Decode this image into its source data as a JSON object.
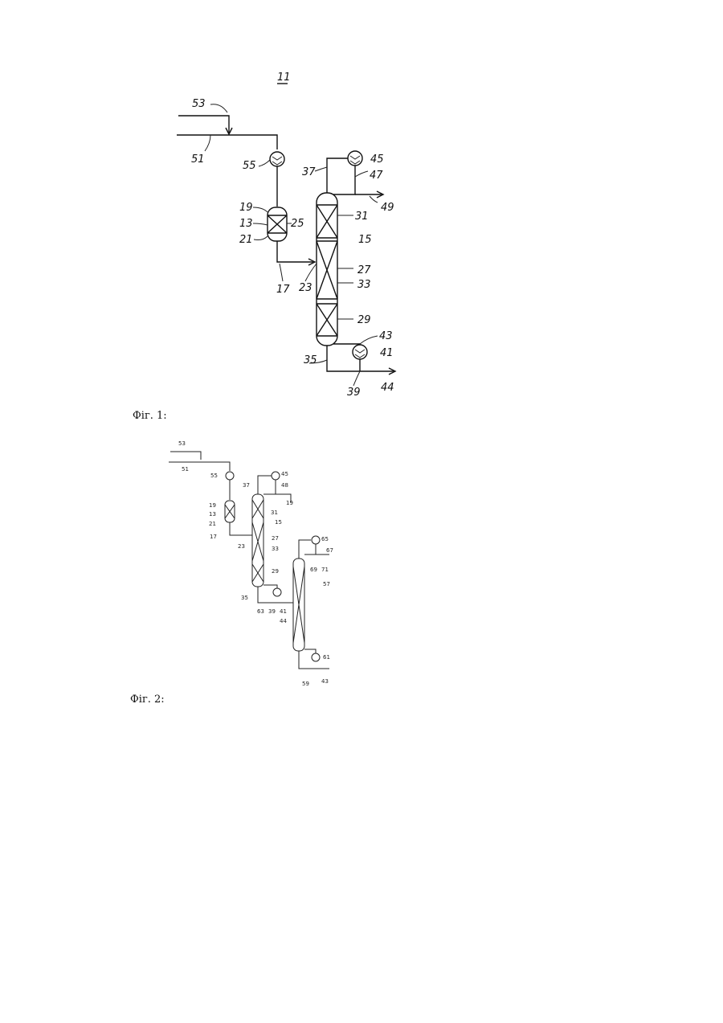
{
  "figure1": {
    "title": "11",
    "caption": "Фіг. 1:",
    "labels": {
      "l53": "53",
      "l51": "51",
      "l55": "55",
      "l19": "19",
      "l13": "13",
      "l25": "25",
      "l21": "21",
      "l17": "17",
      "l23": "23",
      "l37": "37",
      "l45": "45",
      "l47": "47",
      "l49": "49",
      "l31": "31",
      "l15": "15",
      "l27": "27",
      "l33": "33",
      "l29": "29",
      "l43": "43",
      "l41": "41",
      "l35": "35",
      "l39": "39",
      "l44": "44"
    }
  },
  "figure2": {
    "caption": "Фіг. 2:",
    "labels": {
      "l53": "53",
      "l51": "51",
      "l55": "55",
      "l37": "37",
      "l45": "45",
      "l48": "48",
      "l19a": "19",
      "l19b": "19",
      "l13": "13",
      "l21": "21",
      "l31": "31",
      "l15": "15",
      "l17": "17",
      "l23": "23",
      "l27": "27",
      "l33": "33",
      "l29": "29",
      "l35": "35",
      "l63": "63",
      "l39": "39",
      "l41": "41",
      "l44": "44",
      "l65": "65",
      "l67": "67",
      "l69": "69",
      "l71": "71",
      "l57": "57",
      "l61": "61",
      "l59": "59",
      "l43": "43"
    }
  }
}
